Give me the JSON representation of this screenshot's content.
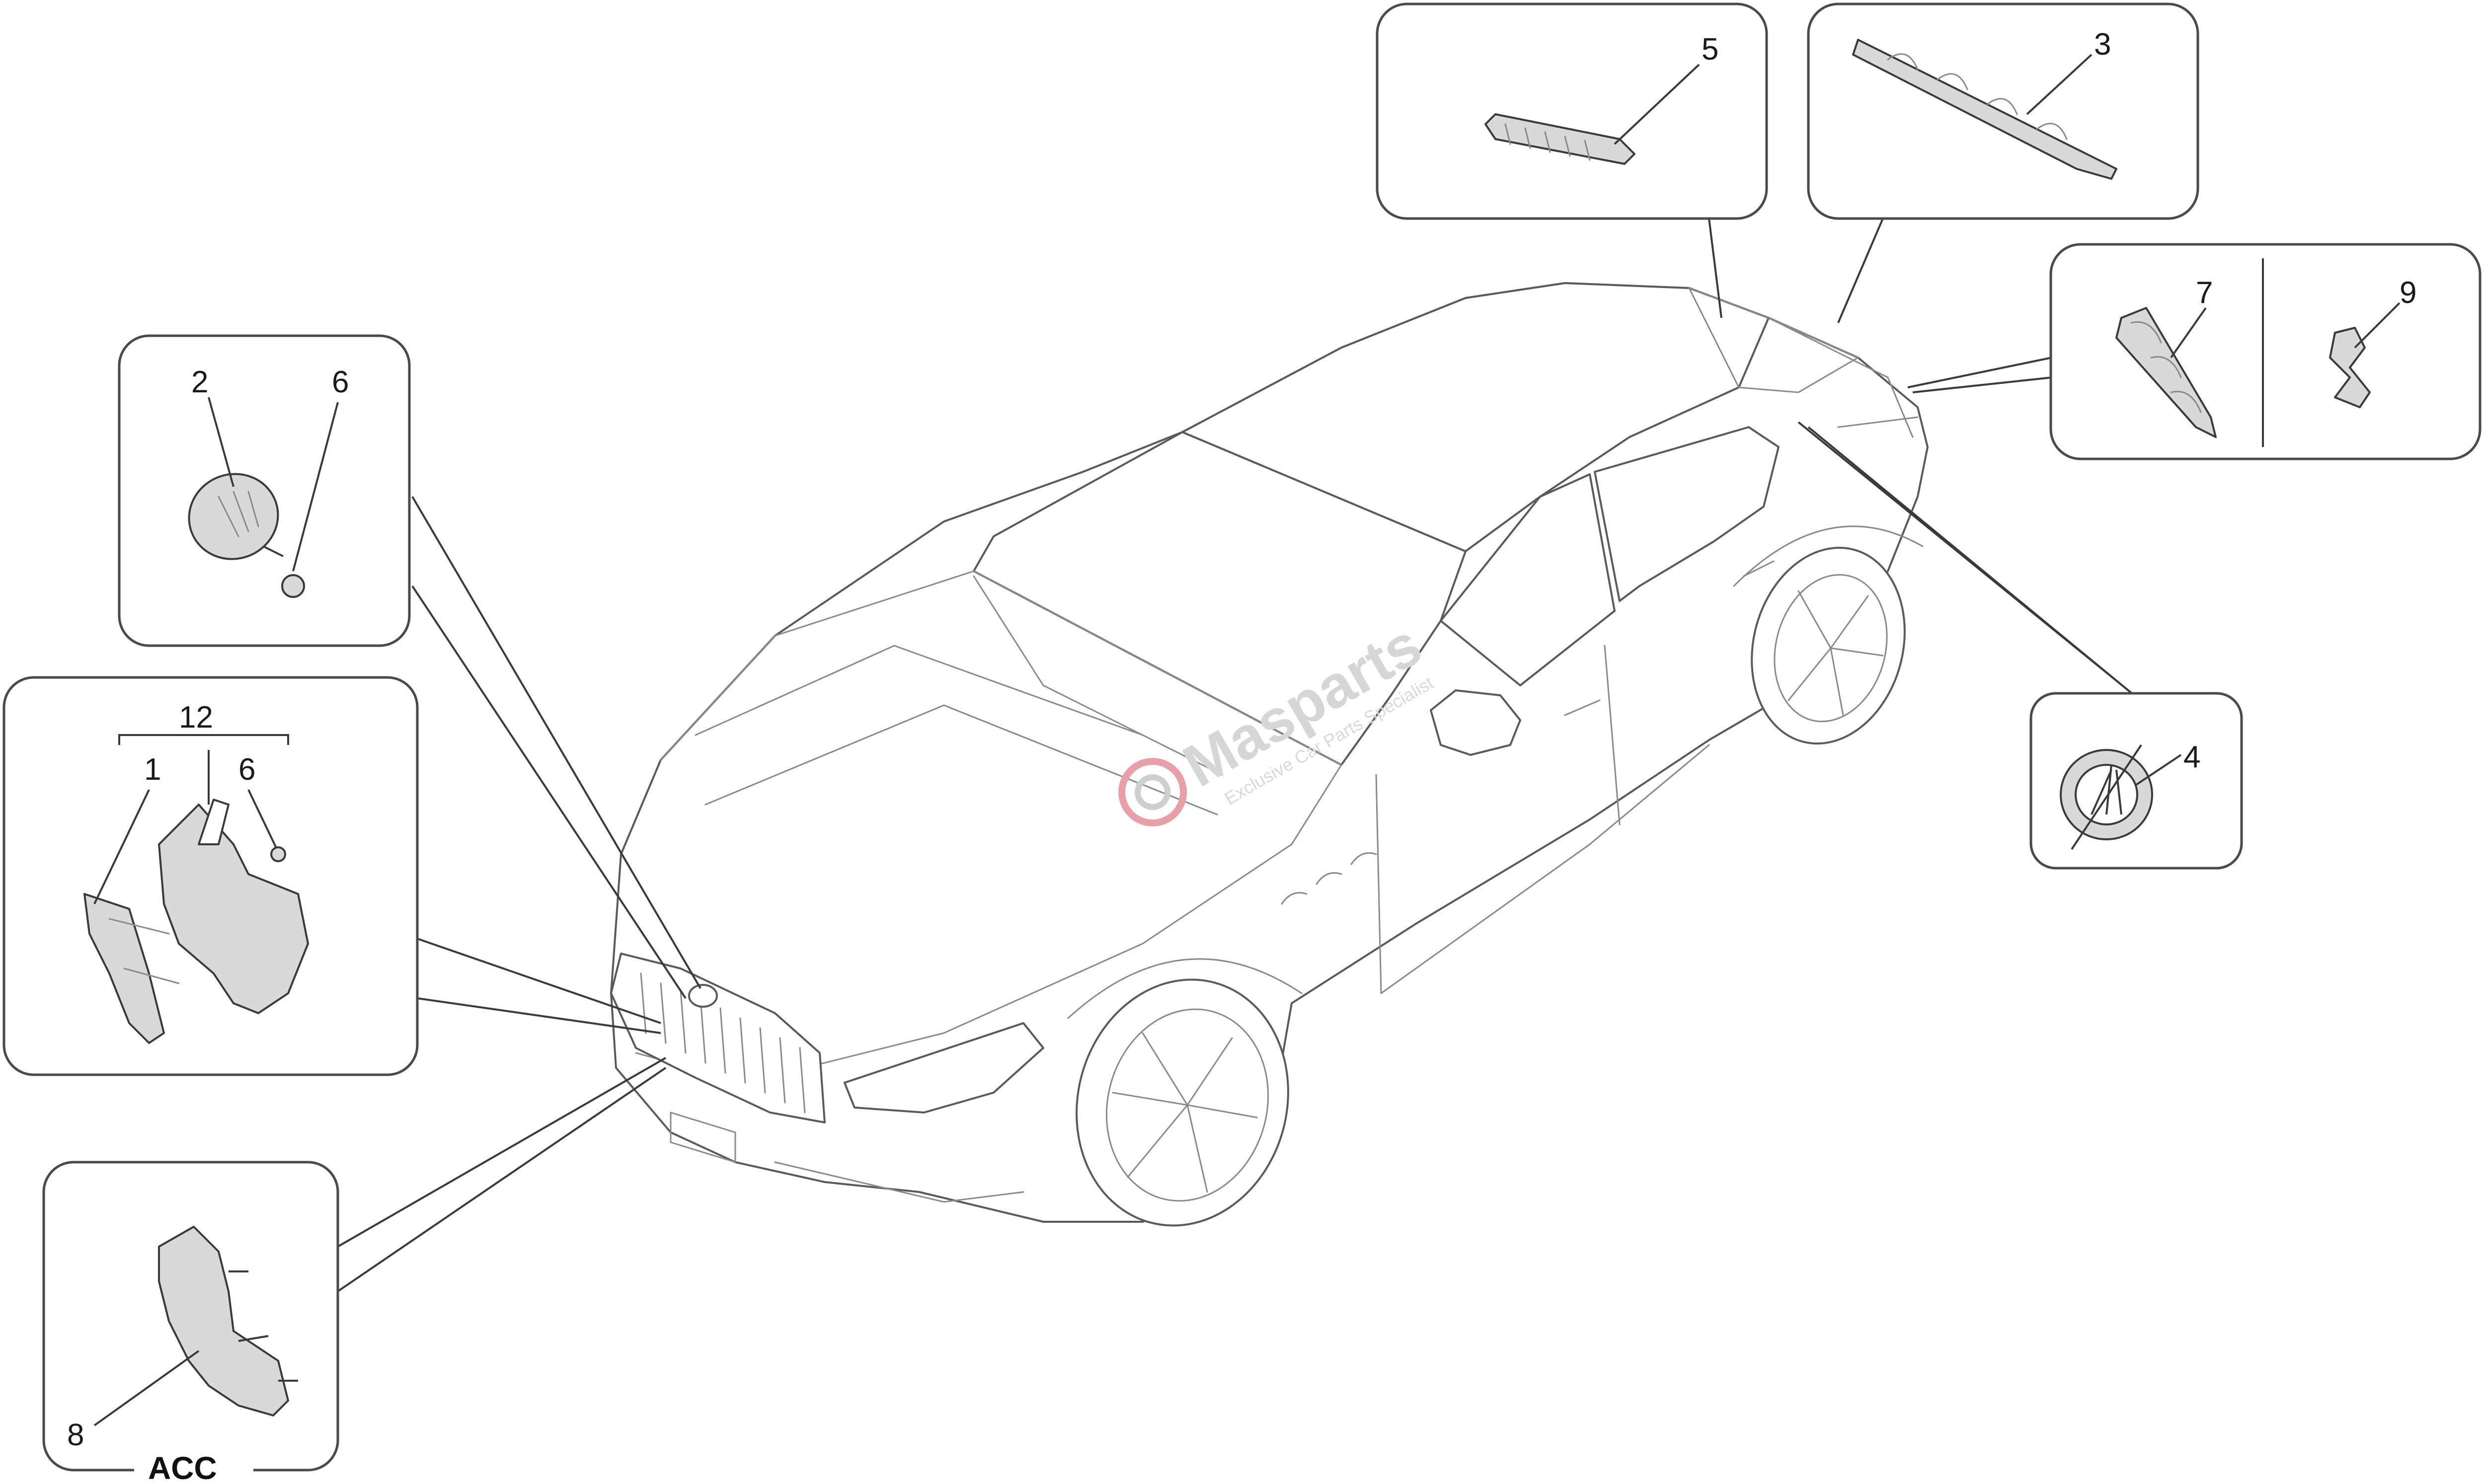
{
  "callout_labels": {
    "l5": "5",
    "l3": "3",
    "l7": "7",
    "l9": "9",
    "l4": "4",
    "l2": "2",
    "l6a": "6",
    "l12": "12",
    "l1": "1",
    "l6b": "6",
    "l8": "8"
  },
  "acc_label": "ACC",
  "watermark": {
    "brand": "Masparts",
    "tagline": "Exclusive Car Parts Specialist",
    "accent_color": "#e8a0a8"
  },
  "colors": {
    "line": "#3a3a3a",
    "background": "#ffffff"
  }
}
